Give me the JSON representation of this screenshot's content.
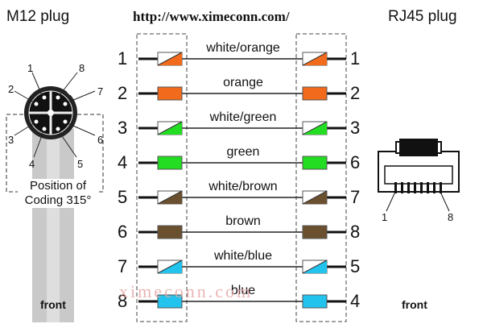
{
  "headers": {
    "left": "M12 plug",
    "url": "http://www.ximeconn.com/",
    "right": "RJ45 plug"
  },
  "m12": {
    "pin_labels": [
      "1",
      "2",
      "3",
      "4",
      "5",
      "6",
      "7",
      "8"
    ],
    "coding_line1": "Position of",
    "coding_line2": "Coding 315°",
    "front": "front"
  },
  "rj45": {
    "pin_left": "1",
    "pin_right": "8",
    "front": "front"
  },
  "watermark": "ximeconn.com",
  "wires": [
    {
      "label": "white/orange",
      "left_pin": "1",
      "right_pin": "1",
      "color": "#f26a1b",
      "striped": true
    },
    {
      "label": "orange",
      "left_pin": "2",
      "right_pin": "2",
      "color": "#f26a1b",
      "striped": false
    },
    {
      "label": "white/green",
      "left_pin": "3",
      "right_pin": "3",
      "color": "#22dd22",
      "striped": true
    },
    {
      "label": "green",
      "left_pin": "4",
      "right_pin": "6",
      "color": "#22dd22",
      "striped": false
    },
    {
      "label": "white/brown",
      "left_pin": "5",
      "right_pin": "7",
      "color": "#6b5030",
      "striped": true
    },
    {
      "label": "brown",
      "left_pin": "6",
      "right_pin": "8",
      "color": "#6b5030",
      "striped": false
    },
    {
      "label": "white/blue",
      "left_pin": "7",
      "right_pin": "5",
      "color": "#22c4ee",
      "striped": true
    },
    {
      "label": "blue",
      "left_pin": "8",
      "right_pin": "4",
      "color": "#22c4ee",
      "striped": false
    }
  ]
}
